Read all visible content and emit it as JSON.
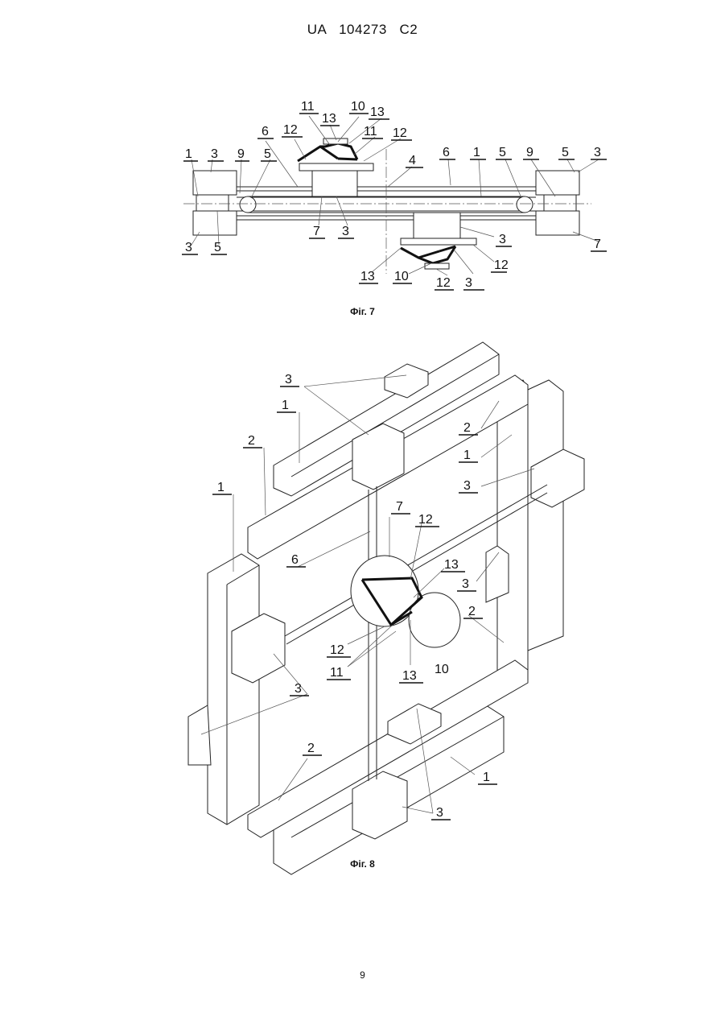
{
  "header": {
    "text": "UA   104273   C2"
  },
  "figures": [
    {
      "caption": "Фіг. 7",
      "labels": [
        "1",
        "3",
        "9",
        "5",
        "6",
        "12",
        "11",
        "13",
        "10",
        "13",
        "11",
        "12",
        "4",
        "6",
        "1",
        "5",
        "9",
        "5",
        "3",
        "3",
        "5",
        "7",
        "3",
        "3",
        "7",
        "12",
        "13",
        "10",
        "12",
        "3"
      ]
    },
    {
      "caption": "Фіг. 8",
      "labels": [
        "3",
        "1",
        "2",
        "1",
        "2",
        "1",
        "3",
        "7",
        "12",
        "6",
        "13",
        "3",
        "2",
        "12",
        "11",
        "13",
        "10",
        "3",
        "2",
        "1",
        "3"
      ]
    }
  ],
  "page_number": "9"
}
